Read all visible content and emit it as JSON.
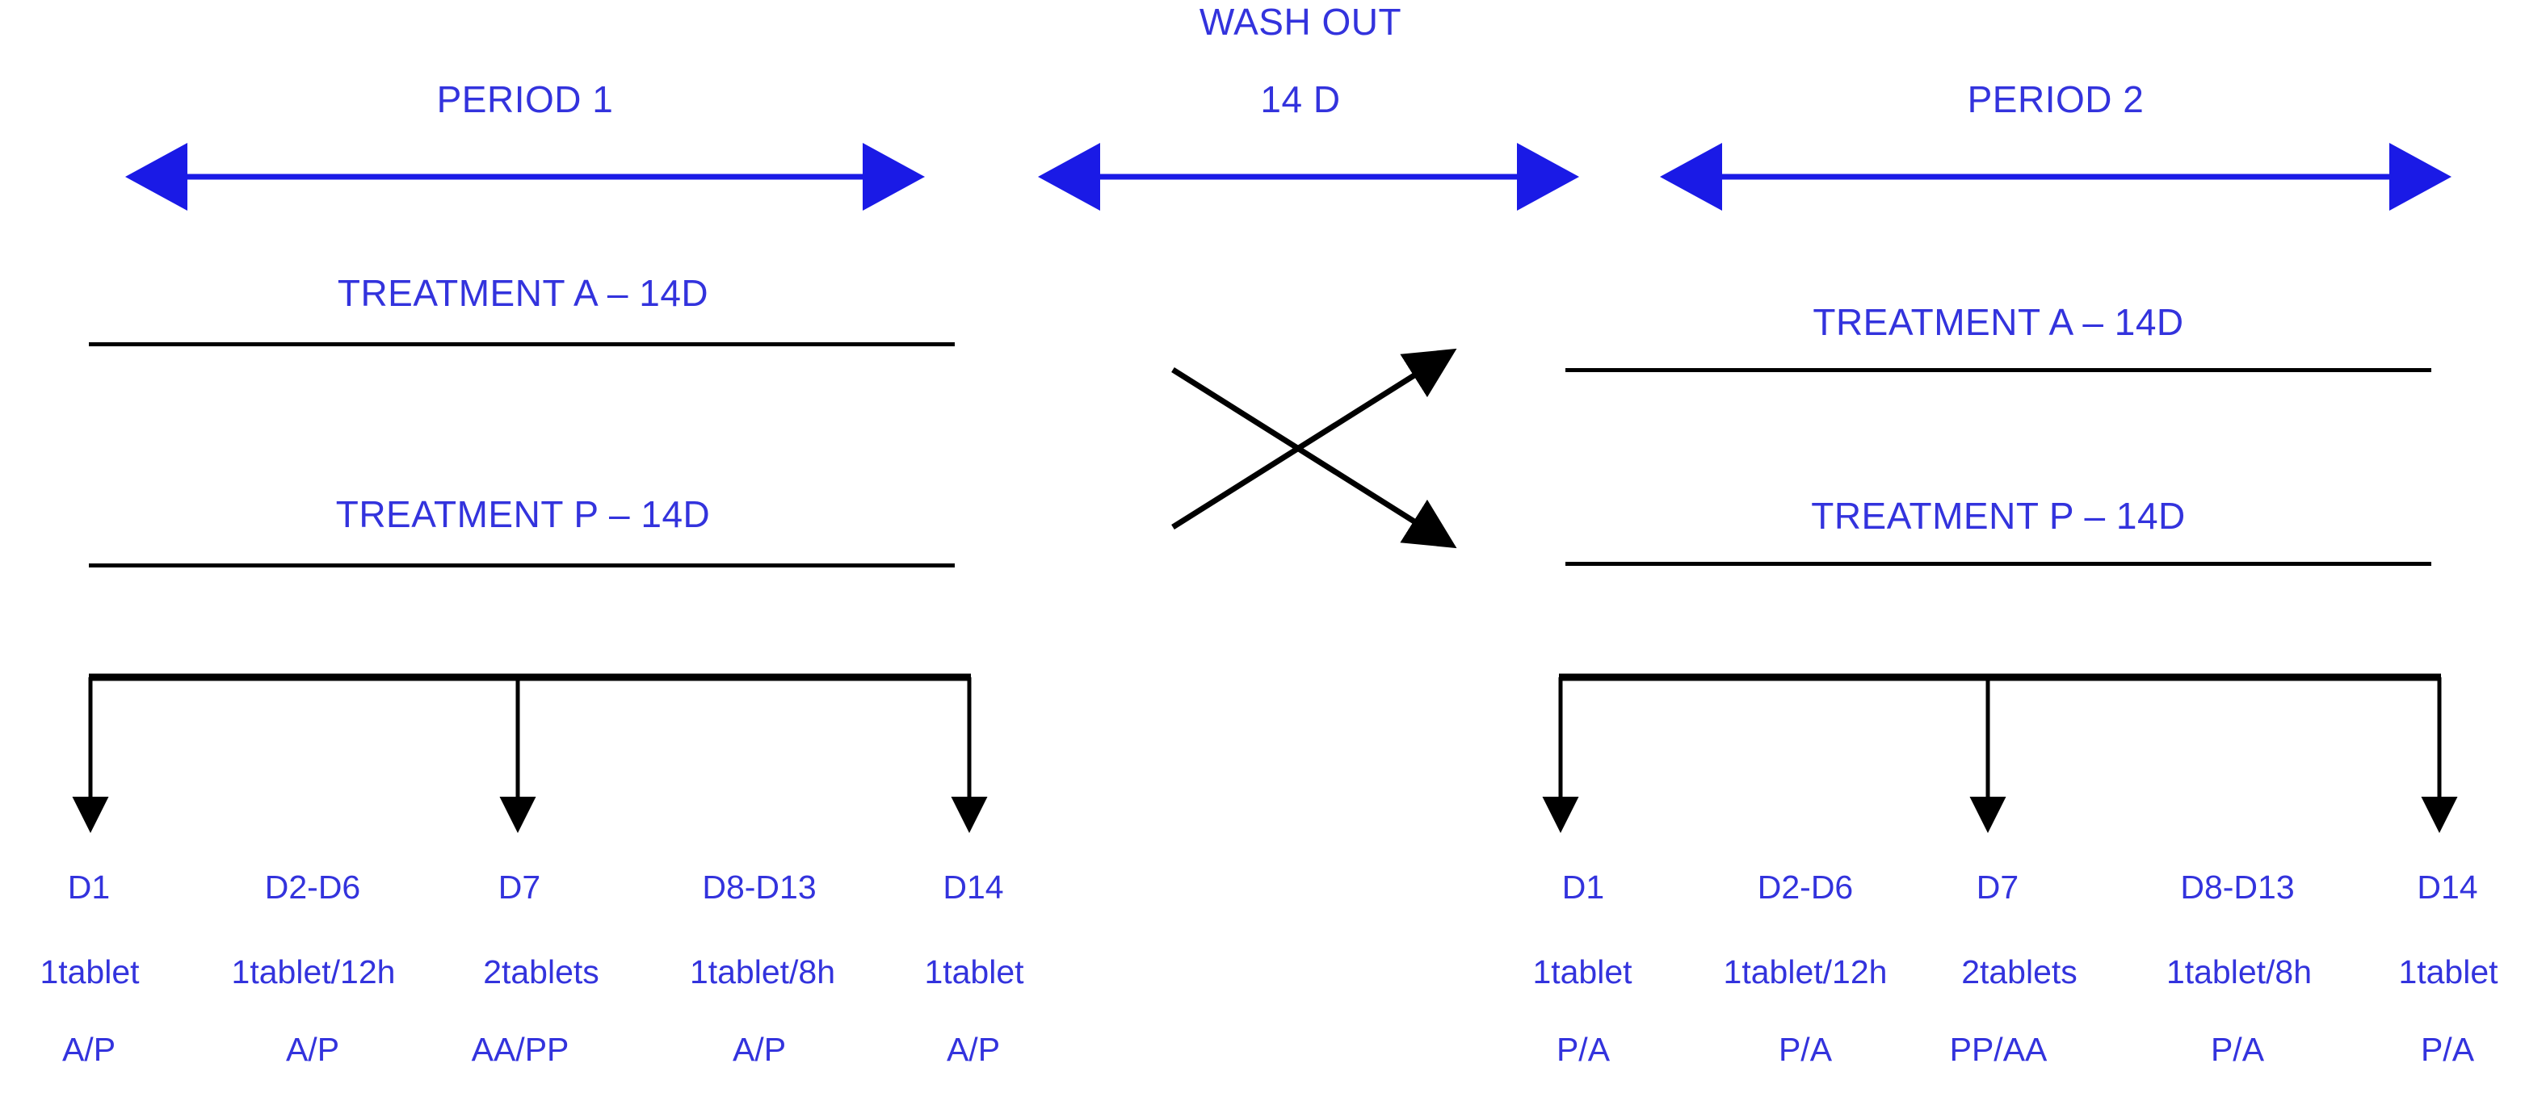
{
  "colors": {
    "text_blue": "#3333dd",
    "line_black": "#000000",
    "background": "#ffffff"
  },
  "periods": {
    "period1": {
      "title": "PERIOD 1"
    },
    "washout": {
      "title": "WASH OUT",
      "duration": "14 D"
    },
    "period2": {
      "title": "PERIOD 2"
    }
  },
  "arms": {
    "left": [
      {
        "label": "TREATMENT  A – 14D"
      },
      {
        "label": "TREATMENT  P – 14D"
      }
    ],
    "right": [
      {
        "label": "TREATMENT  A – 14D"
      },
      {
        "label": "TREATMENT  P – 14D"
      }
    ]
  },
  "schedule": {
    "left": {
      "days": [
        "D1",
        "D2-D6",
        "D7",
        "D8-D13",
        "D14"
      ],
      "doses": [
        "1tablet",
        "1tablet/12h",
        "2tablets",
        "1tablet/8h",
        "1tablet"
      ],
      "seq": [
        "A/P",
        "A/P",
        "AA/PP",
        "A/P",
        "A/P"
      ]
    },
    "right": {
      "days": [
        "D1",
        "D2-D6",
        "D7",
        "D8-D13",
        "D14"
      ],
      "doses": [
        "1tablet",
        "1tablet/12h",
        "2tablets",
        "1tablet/8h",
        "1tablet"
      ],
      "seq": [
        "P/A",
        "P/A",
        "PP/AA",
        "P/A",
        "P/A"
      ]
    }
  },
  "crossover": {
    "name": "crossover-x-arrows"
  }
}
